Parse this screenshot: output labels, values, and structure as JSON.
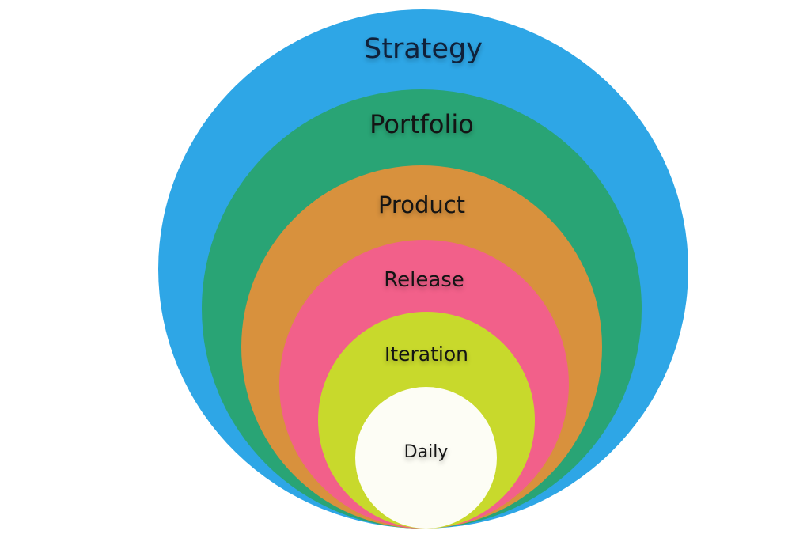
{
  "diagram": {
    "rings": [
      {
        "label": "Strategy",
        "color": "#2ea6e6"
      },
      {
        "label": "Portfolio",
        "color": "#29a475"
      },
      {
        "label": "Product",
        "color": "#d8913d"
      },
      {
        "label": "Release",
        "color": "#f2608a"
      },
      {
        "label": "Iteration",
        "color": "#c8d92c"
      },
      {
        "label": "Daily",
        "color": "#fdfdf5"
      }
    ]
  }
}
